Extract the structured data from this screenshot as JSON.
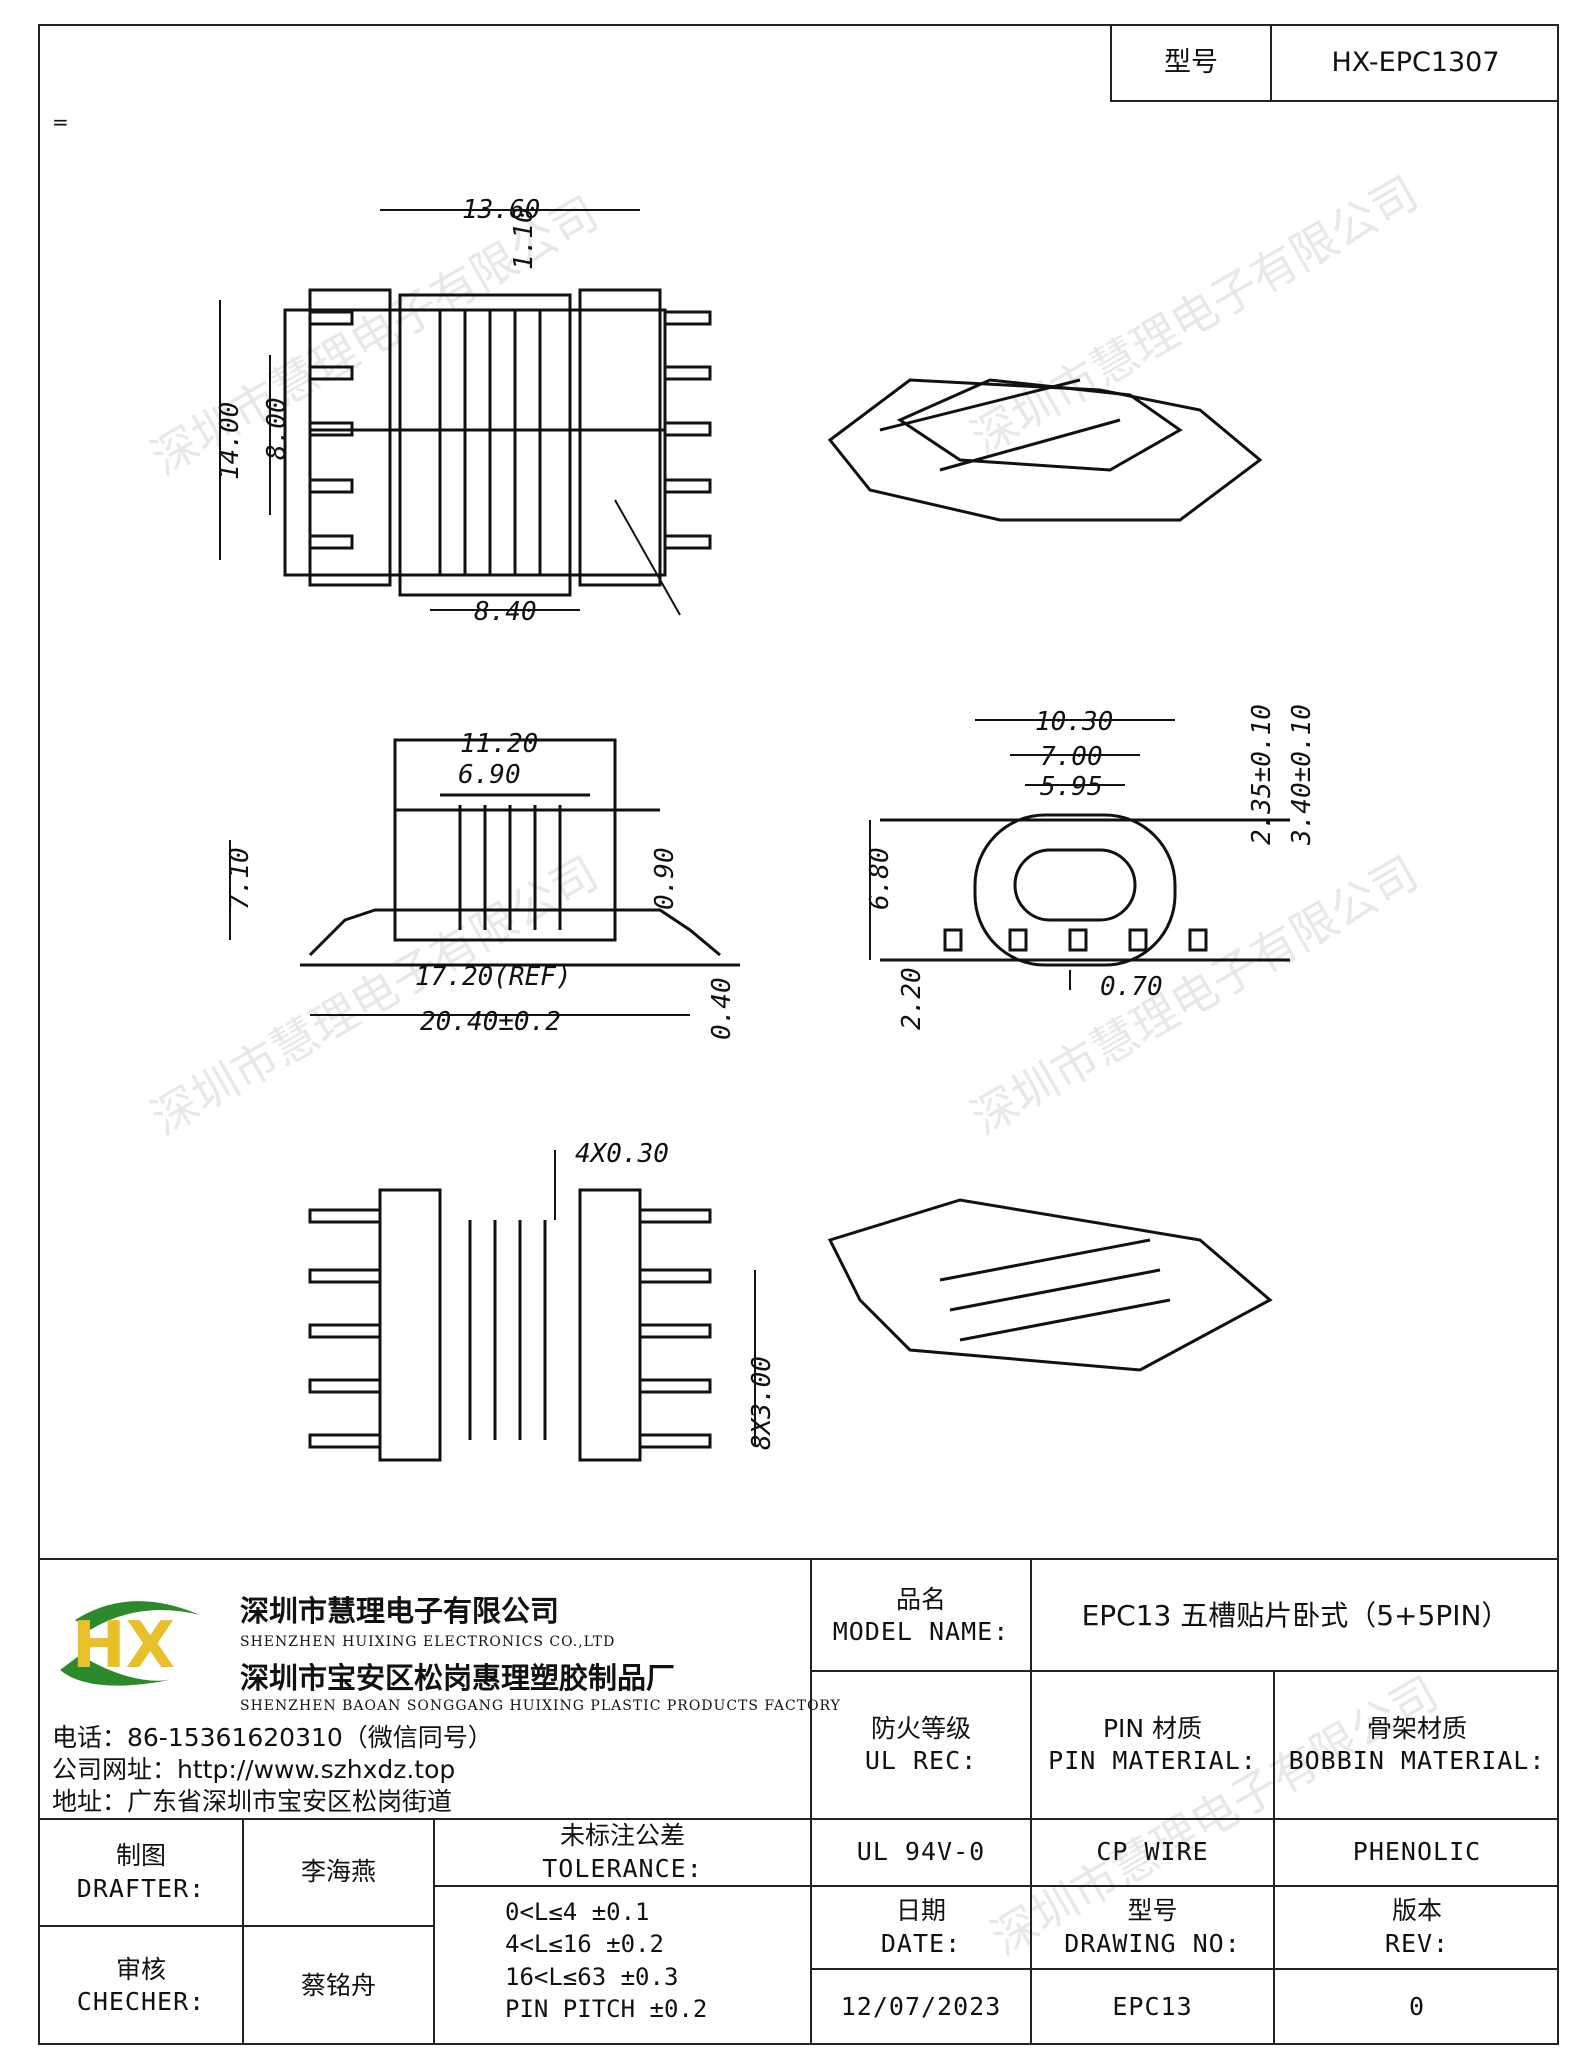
{
  "header": {
    "model_label": "型号",
    "model_value": "HX-EPC1307",
    "stray_mark": "="
  },
  "watermark": "深圳市慧理电子有限公司",
  "company": {
    "name_cn": "深圳市慧理电子有限公司",
    "name_en": "SHENZHEN HUIXING ELECTRONICS CO.,LTD",
    "factory_cn": "深圳市宝安区松岗惠理塑胶制品厂",
    "factory_en": "SHENZHEN BAOAN SONGGANG HUIXING PLASTIC PRODUCTS FACTORY",
    "phone": "电话：86-15361620310（微信同号）",
    "website": "公司网址：http://www.szhxdz.top",
    "address": "地址：广东省深圳市宝安区松岗街道",
    "logo_text": "HX"
  },
  "title_block": {
    "model_name_label_cn": "品名",
    "model_name_label_en": "MODEL NAME:",
    "model_name_value": "EPC13 五槽贴片卧式（5+5PIN）",
    "ul_label_cn": "防火等级",
    "ul_label_en": "UL REC:",
    "pin_label_cn": "PIN 材质",
    "pin_label_en": "PIN MATERIAL:",
    "bobbin_label_cn": "骨架材质",
    "bobbin_label_en": "BOBBIN MATERIAL:",
    "ul_value": "UL 94V-0",
    "pin_value": "CP WIRE",
    "bobbin_value": "PHENOLIC",
    "date_label_cn": "日期",
    "date_label_en": "DATE:",
    "drawing_label_cn": "型号",
    "drawing_label_en": "DRAWING NO:",
    "rev_label_cn": "版本",
    "rev_label_en": "REV:",
    "date_value": "12/07/2023",
    "drawing_value": "EPC13",
    "rev_value": "0",
    "drafter_label_cn": "制图",
    "drafter_label_en": "DRAFTER:",
    "drafter_value": "李海燕",
    "checker_label_cn": "审核",
    "checker_label_en": "CHECHER:",
    "checker_value": "蔡铭舟",
    "tolerance_label_cn": "未标注公差",
    "tolerance_label_en": "TOLERANCE:",
    "tolerances": [
      "0<L≤4  ±0.1",
      "4<L≤16 ±0.2",
      "16<L≤63 ±0.3",
      "PIN PITCH ±0.2"
    ]
  },
  "dimensions": {
    "top_width": "13.60",
    "slot_pitch": "1.10",
    "height_total": "14.00",
    "inner_height": "8.00",
    "bottom_width": "8.40",
    "front_top": "11.20",
    "front_inner": "6.90",
    "front_height": "7.10",
    "front_ref": "17.20(REF)",
    "front_total": "20.40±0.2",
    "front_h1": "0.90",
    "front_h2": "0.40",
    "side_w1": "10.30",
    "side_w2": "7.00",
    "side_w3": "5.95",
    "side_h1": "2.35±0.10",
    "side_h2": "3.40±0.10",
    "side_height": "6.80",
    "side_pin_h": "2.20",
    "side_pin_w": "0.70",
    "bottom_slot": "4X0.30",
    "pin_pitch": "8X3.00"
  }
}
